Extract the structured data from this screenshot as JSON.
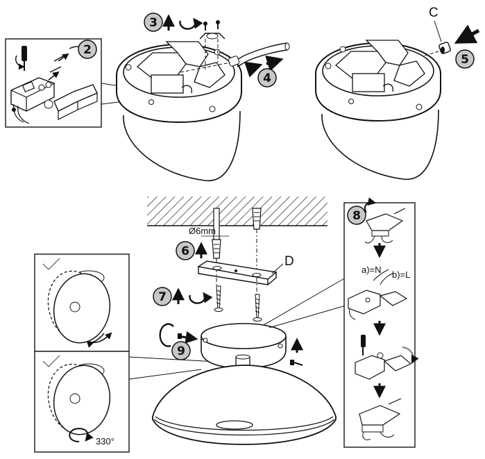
{
  "steps": [
    "2",
    "3",
    "4",
    "5",
    "6",
    "7",
    "8",
    "9"
  ],
  "labels": {
    "part_c": "C",
    "part_d": "D",
    "drill_size": "Ø6mm",
    "wire_n": "a)=N",
    "wire_l": "b)=L",
    "rotation": "330°"
  },
  "colors": {
    "line": "#111111",
    "step_circle": "#c8c8c8",
    "hatch": "#111111",
    "panel_border": "#222222"
  }
}
